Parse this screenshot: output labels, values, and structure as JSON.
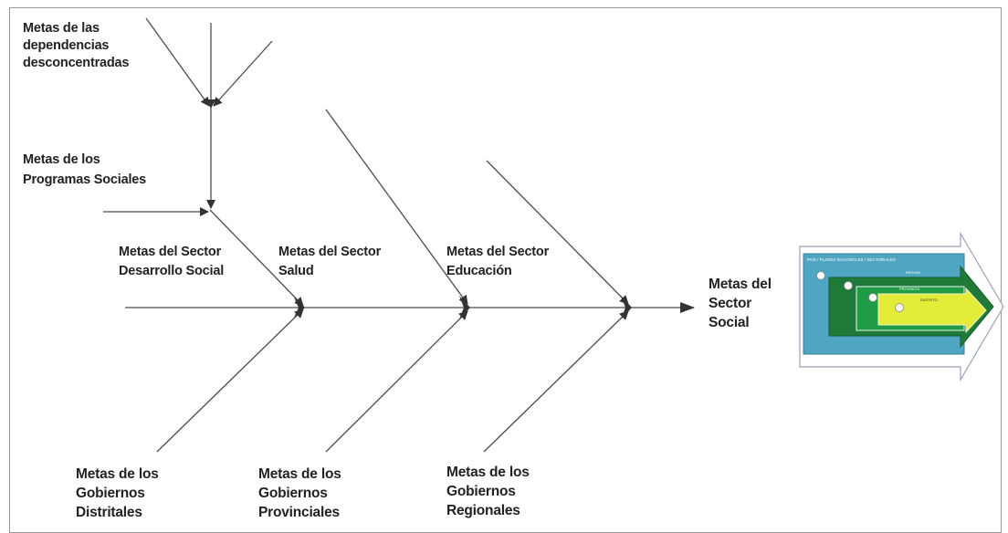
{
  "labels": {
    "dependencias": [
      "Metas de las",
      "dependencias",
      "desconcentradas"
    ],
    "programas": [
      "Metas de los",
      "Programas Sociales"
    ],
    "desarrollo": [
      "Metas del Sector",
      "Desarrollo Social"
    ],
    "salud": [
      "Metas del Sector",
      "Salud"
    ],
    "educacion": [
      "Metas del Sector",
      "Educación"
    ],
    "social": [
      "Metas del",
      "Sector",
      "Social"
    ],
    "distritales": [
      "Metas de los",
      "Gobiernos",
      "Distritales"
    ],
    "provinciales": [
      "Metas de los",
      "Gobiernos",
      "Provinciales"
    ],
    "regionales": [
      "Metas de los",
      "Gobiernos",
      "Regionales"
    ]
  },
  "thumbnail": {
    "header": "PAIS / PLANES NACIONALES / SECTORIALES",
    "level2": "REGION",
    "level3": "PROVINCIA",
    "level4": "DISTRITO"
  },
  "colors": {
    "line": "#4d4d4d",
    "thumb_teal": "#4fa6c3",
    "thumb_green": "#1f9a45",
    "thumb_yellow": "#e3ec38"
  }
}
